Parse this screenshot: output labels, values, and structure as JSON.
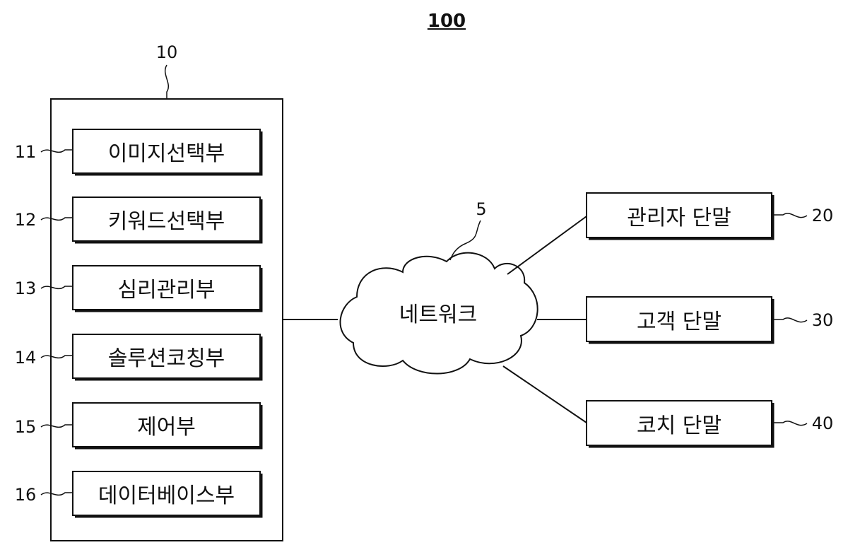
{
  "figure": {
    "number": "100",
    "server": {
      "ref": "10",
      "modules": [
        {
          "ref": "11",
          "label": "이미지선택부"
        },
        {
          "ref": "12",
          "label": "키워드선택부"
        },
        {
          "ref": "13",
          "label": "심리관리부"
        },
        {
          "ref": "14",
          "label": "솔루션코칭부"
        },
        {
          "ref": "15",
          "label": "제어부"
        },
        {
          "ref": "16",
          "label": "데이터베이스부"
        }
      ]
    },
    "network": {
      "ref": "5",
      "label": "네트워크"
    },
    "terminals": [
      {
        "ref": "20",
        "label": "관리자 단말"
      },
      {
        "ref": "30",
        "label": "고객 단말"
      },
      {
        "ref": "40",
        "label": "코치 단말"
      }
    ]
  }
}
